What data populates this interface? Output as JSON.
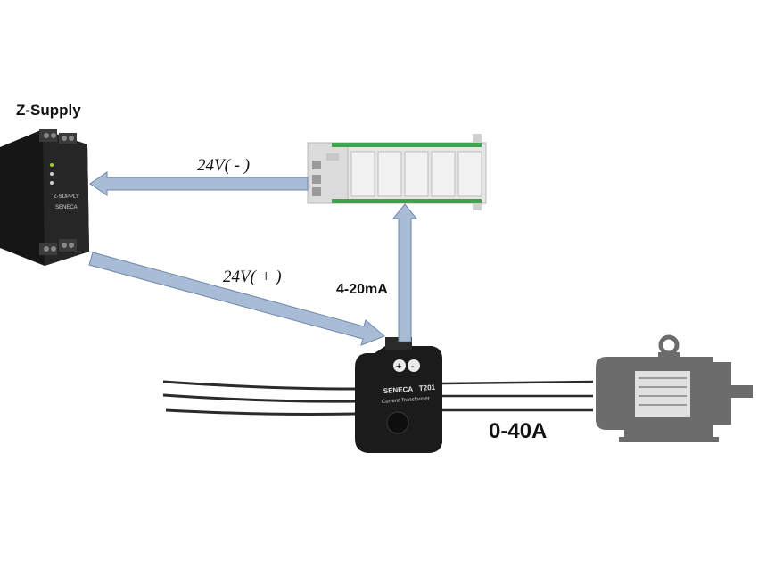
{
  "labels": {
    "supply_title": "Z-Supply",
    "neg_wire": "24V( - )",
    "pos_wire": "24V( + )",
    "signal": "4-20mA",
    "range": "0-40A"
  },
  "devices": {
    "supply_front_name": "Z-SUPPLY",
    "supply_brand": "SENECA",
    "ct_brand": "SENECA",
    "ct_model": "T201",
    "ct_subtitle": "Current Transformer"
  },
  "colors": {
    "arrow_fill": "#a9bcd6",
    "arrow_stroke": "#6f86ab",
    "wire": "#2b2b2b",
    "motor": "#6c6c6c",
    "device_dark": "#1d1d1d",
    "plc_body": "#e6e6e6",
    "terminal_green": "#3fa34d"
  },
  "icons": [
    "power-supply-icon",
    "plc-icon",
    "current-transformer-icon",
    "motor-icon"
  ]
}
